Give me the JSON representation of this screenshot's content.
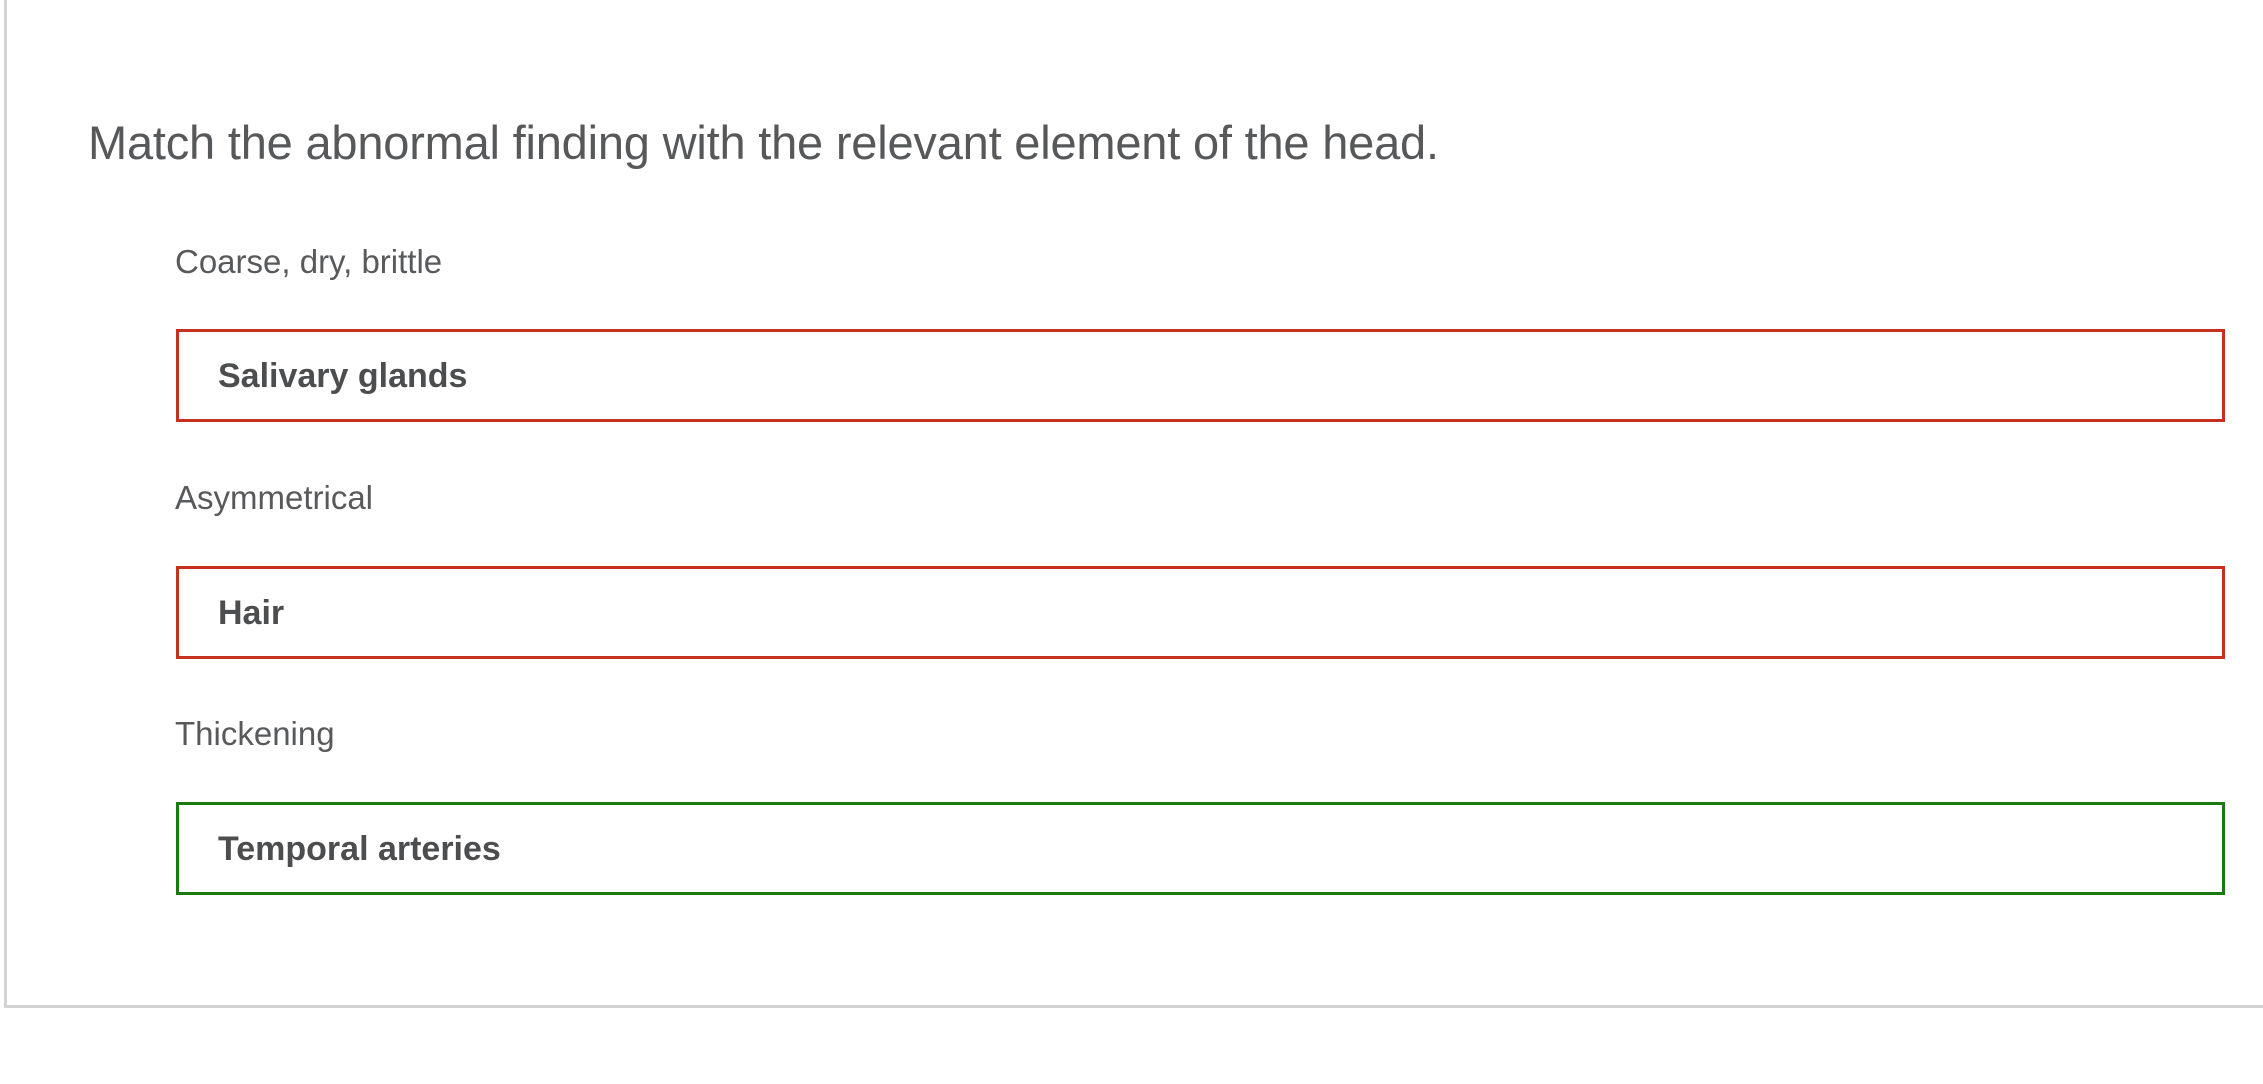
{
  "card": {
    "border_color": "#d2d2d2",
    "background": "#ffffff"
  },
  "question": {
    "title": "Match the abnormal finding with the relevant element of the head.",
    "title_color": "#56585a"
  },
  "colors": {
    "incorrect_border": "#c5301f",
    "correct_border": "#1a7a10",
    "answer_text": "#4c4d4f",
    "prompt_text": "#58595b"
  },
  "matches": [
    {
      "prompt": "Coarse, dry, brittle",
      "answer": "Salivary glands",
      "state": "incorrect"
    },
    {
      "prompt": "Asymmetrical",
      "answer": "Hair",
      "state": "incorrect"
    },
    {
      "prompt": "Thickening",
      "answer": "Temporal arteries",
      "state": "correct"
    }
  ]
}
